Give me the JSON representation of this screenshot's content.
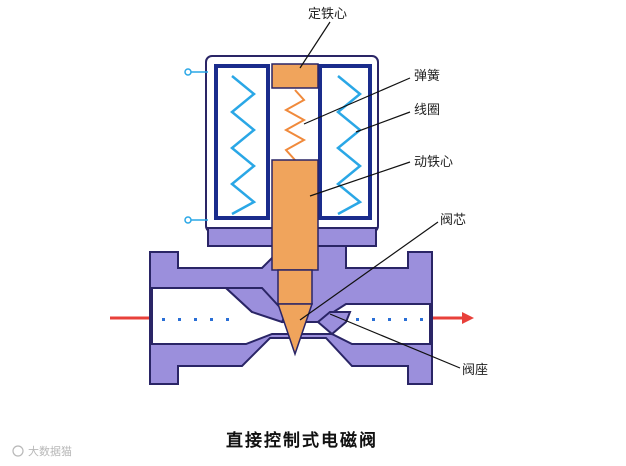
{
  "labels": {
    "fixed_core": "定铁心",
    "spring": "弹簧",
    "coil": "线圈",
    "moving_core": "动铁心",
    "valve_core": "阀芯",
    "valve_seat": "阀座"
  },
  "caption": "直接控制式电磁阀",
  "watermark": "大数据猫",
  "colors": {
    "housing": "#ffffff",
    "body": "#9b8fdc",
    "body_outline": "#2a2566",
    "core": "#f0a45c",
    "coil": "#1a2c8c",
    "spring_coil": "#2aa7e6",
    "small_spring": "#f08a3c",
    "flow_arrow": "#e8403a"
  }
}
